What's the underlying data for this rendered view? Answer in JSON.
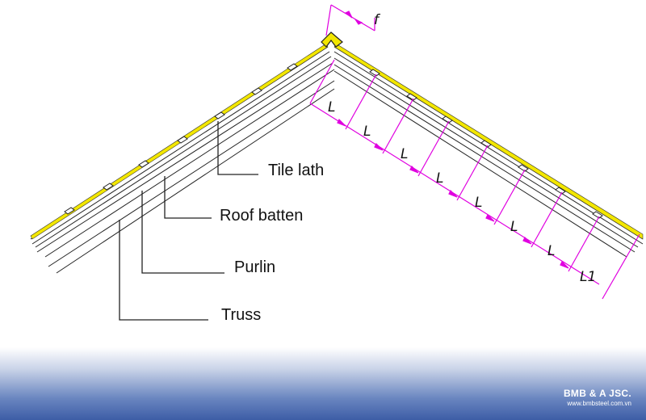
{
  "labels": {
    "tile_lath": "Tile lath",
    "roof_batten": "Roof batten",
    "purlin": "Purlin",
    "truss": "Truss"
  },
  "dimensions": {
    "f": "f",
    "L": "L",
    "L1": "L1"
  },
  "brand": {
    "name": "BMB & A JSC.",
    "url": "www.bmbsteel.com.vn"
  },
  "colors": {
    "dimension": "#e000e0",
    "tile": "#f2e600",
    "line": "#222222",
    "footer": "#3d5da6"
  }
}
